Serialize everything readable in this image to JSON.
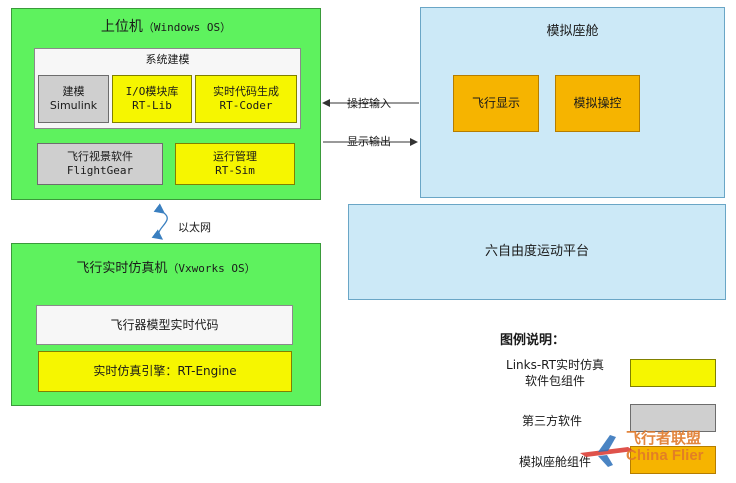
{
  "host": {
    "title": "上位机",
    "os": "（Windows OS）",
    "modeling": {
      "title": "系统建模",
      "items": [
        {
          "name": "建模",
          "sub": "Simulink"
        },
        {
          "name": "I/O模块库",
          "sub": "RT-Lib"
        },
        {
          "name": "实时代码生成",
          "sub": "RT-Coder"
        }
      ]
    },
    "flightgear": {
      "name": "飞行视景软件",
      "sub": "FlightGear"
    },
    "runmgr": {
      "name": "运行管理",
      "sub": "RT-Sim"
    }
  },
  "cockpit": {
    "title": "模拟座舱",
    "display": "飞行显示",
    "control": "模拟操控"
  },
  "arrows": {
    "input": "操控输入",
    "output": "显示输出",
    "ethernet": "以太网"
  },
  "platform": "六自由度运动平台",
  "rtsim": {
    "title": "飞行实时仿真机",
    "os": "（Vxworks OS）",
    "model_code": "飞行器模型实时代码",
    "engine": "实时仿真引擎：RT-Engine"
  },
  "legend": {
    "title": "图例说明：",
    "items": [
      {
        "label": "Links-RT实时仿真软件包组件",
        "color": "#f6f600"
      },
      {
        "label": "第三方软件",
        "color": "#cfcfcf"
      },
      {
        "label": "模拟座舱组件",
        "color": "#f6b400"
      }
    ]
  },
  "watermark": {
    "cn": "飞行者联盟",
    "en": "China Flier"
  }
}
